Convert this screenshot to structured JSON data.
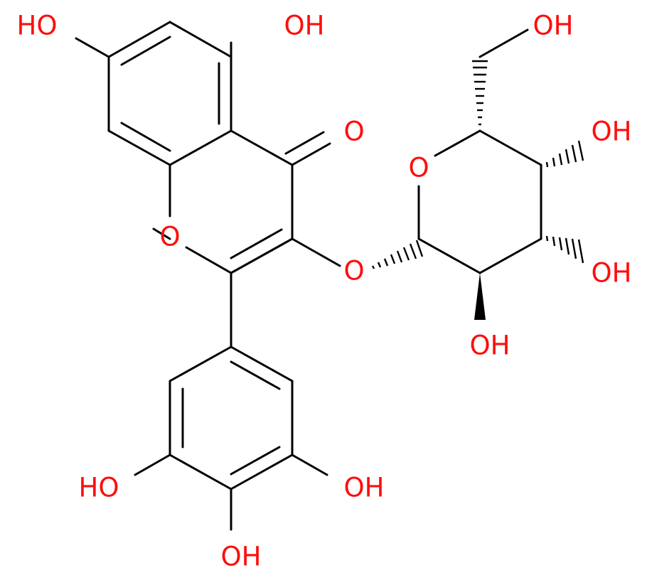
{
  "structure": {
    "labels": {
      "oh_7": "HO",
      "oh_5": "OH",
      "carbonyl_o": "O",
      "ring_o_chromone": "O",
      "glycosidic_o": "O",
      "ring_o_sugar": "O",
      "oh_6_sugar": "OH",
      "oh_4_sugar": "OH",
      "oh_3_sugar": "OH",
      "oh_2_sugar": "OH",
      "oh_3_phenyl": "HO",
      "oh_5_phenyl": "OH",
      "oh_4_phenyl": "OH"
    },
    "colors": {
      "bond": "#000000",
      "heteroatom": "#ff0d0d",
      "background": "#ffffff"
    }
  }
}
